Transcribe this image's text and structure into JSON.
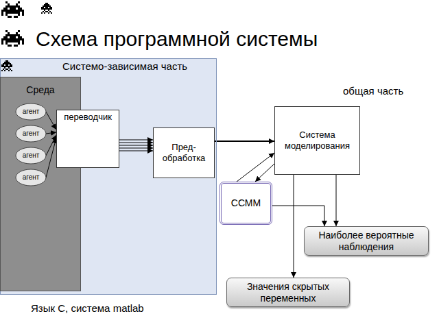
{
  "diagram": {
    "title": "Схема программной системы",
    "nodes": [
      {
        "text": [
          "Системо-зависимая часть"
        ]
      },
      {
        "text": [
          "Среда"
        ],
        "in": 0
      },
      {
        "text": [
          "агент"
        ],
        "in": 1
      },
      {
        "text": [
          "агент"
        ],
        "in": 1
      },
      {
        "text": [
          "агент"
        ],
        "in": 1
      },
      {
        "text": [
          "агент"
        ],
        "in": 1
      },
      {
        "text": [
          "переводчик"
        ],
        "in": 0
      },
      {
        "text": [
          "Пред- обработка"
        ],
        "in": 0
      },
      {
        "text": [
          "Система моделирования"
        ]
      },
      {
        "text": [
          "ССММ"
        ]
      },
      {
        "text": [
          "Наиболее вероятные наблюдения"
        ]
      },
      {
        "text": [
          "Значения скрытых переменных"
        ]
      }
    ],
    "edges": [
      {
        "from": 2,
        "to": 6,
        "arrow": "to"
      },
      {
        "from": 3,
        "to": 6,
        "arrow": "to"
      },
      {
        "from": 4,
        "to": 6,
        "arrow": "to"
      },
      {
        "from": 5,
        "to": 6,
        "arrow": "to"
      },
      {
        "from": 6,
        "to": 7,
        "arrow": "to"
      },
      {
        "from": 6,
        "to": 7,
        "arrow": "to"
      },
      {
        "from": 6,
        "to": 7,
        "arrow": "to"
      },
      {
        "from": 6,
        "to": 7,
        "arrow": "to"
      },
      {
        "from": 6,
        "to": 7,
        "arrow": "to"
      },
      {
        "from": 7,
        "to": 8,
        "arrow": "to"
      },
      {
        "from": 9,
        "to": 8,
        "arrow": "to"
      },
      {
        "from": 8,
        "to": 9,
        "arrow": "to"
      },
      {
        "from": 8,
        "to": 11,
        "arrow": "to"
      },
      {
        "from": 8,
        "to": 10,
        "arrow": "to"
      },
      {
        "from": 9,
        "to": 10,
        "arrow": "to"
      }
    ],
    "labels": [
      "общая часть",
      "Язык С, система matlab"
    ]
  }
}
